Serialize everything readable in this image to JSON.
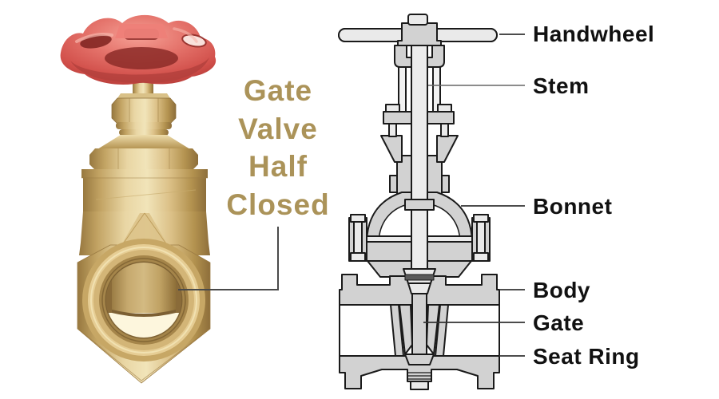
{
  "annotation": {
    "line1": "Gate",
    "line2": "Valve",
    "line3": "Half",
    "line4": "Closed"
  },
  "part_labels": {
    "handwheel": "Handwheel",
    "stem": "Stem",
    "bonnet": "Bonnet",
    "body": "Body",
    "gate": "Gate",
    "seat_ring": "Seat Ring"
  },
  "colors": {
    "annotation_text": "#ab9359",
    "label_text": "#111111",
    "diagram_fill": "#d2d2d2",
    "diagram_light": "#eaeaea",
    "diagram_outline": "#1a1a1a",
    "photo_brass": "#d4b97e",
    "photo_handwheel_red": "#d6524e",
    "background": "#ffffff"
  }
}
